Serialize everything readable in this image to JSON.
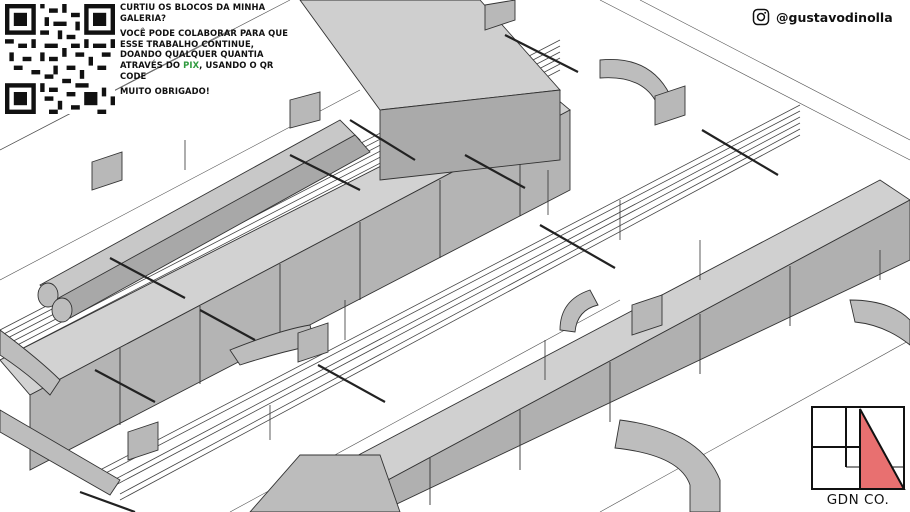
{
  "promo": {
    "question": "CURTIU OS BLOCOS DA MINHA GALERIA?",
    "body_before_pix": "VOCÊ PODE COLABORAR PARA QUE ESSE TRABALHO CONTINUE, DOANDO QUALQUER QUANTIA ATRAVÉS DO ",
    "pix": "PIX",
    "body_after_pix": ", USANDO O QR CODE",
    "thanks": "MUITO OBRIGADO!"
  },
  "social": {
    "icon": "instagram-icon",
    "handle": "@gustavodinolla"
  },
  "brand": {
    "name": "GDN CO.",
    "accent_color": "#e87070"
  },
  "drawing": {
    "line_color": "#333333",
    "duct_fill": "#c4c4c4",
    "duct_shadow": "#9c9c9c",
    "duct_light": "#dedede"
  }
}
